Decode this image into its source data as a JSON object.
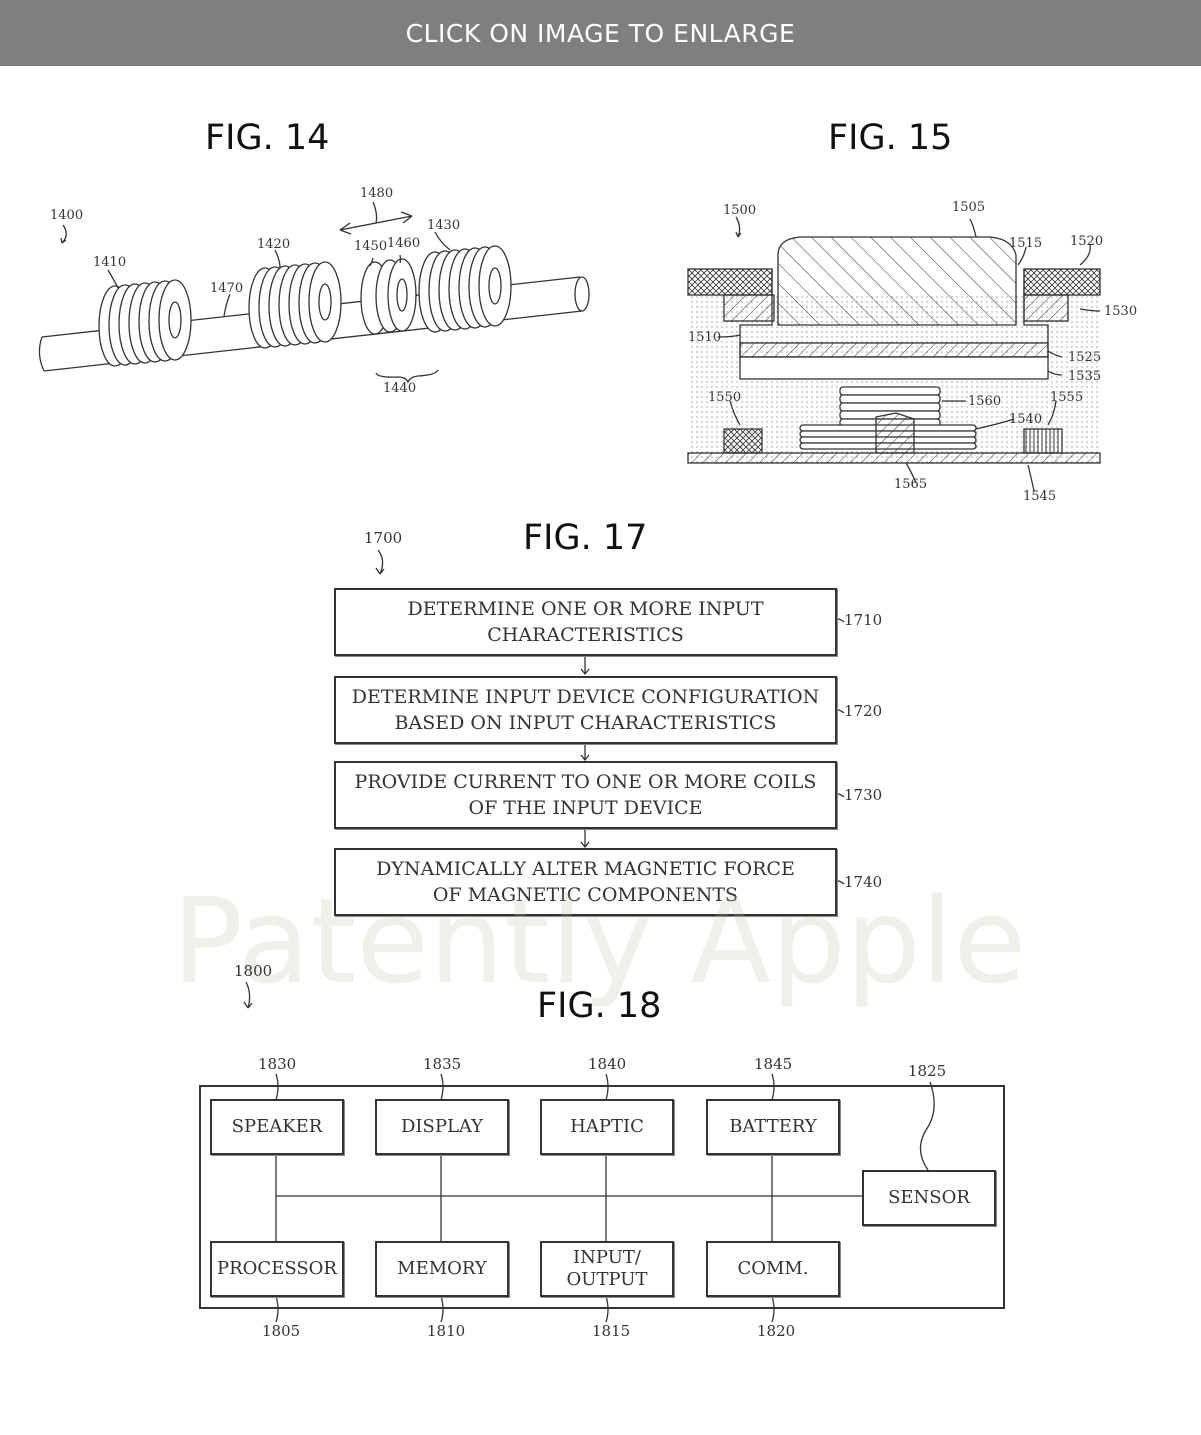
{
  "banner": {
    "text": "CLICK ON IMAGE TO ENLARGE"
  },
  "watermark": "Patently Apple",
  "fig14": {
    "title": "FIG. 14",
    "refs": {
      "r1400": "1400",
      "r1410": "1410",
      "r1420": "1420",
      "r1430": "1430",
      "r1440": "1440",
      "r1450": "1450",
      "r1460": "1460",
      "r1470": "1470",
      "r1480": "1480"
    }
  },
  "fig15": {
    "title": "FIG. 15",
    "refs": {
      "r1500": "1500",
      "r1505": "1505",
      "r1510": "1510",
      "r1515": "1515",
      "r1520": "1520",
      "r1525": "1525",
      "r1530": "1530",
      "r1535": "1535",
      "r1540": "1540",
      "r1545": "1545",
      "r1550": "1550",
      "r1555": "1555",
      "r1560": "1560",
      "r1565": "1565"
    }
  },
  "fig17": {
    "title": "FIG. 17",
    "ref": "1700",
    "steps": [
      {
        "ref": "1710",
        "line1": "DETERMINE ONE OR MORE INPUT",
        "line2": "CHARACTERISTICS"
      },
      {
        "ref": "1720",
        "line1": "DETERMINE INPUT DEVICE CONFIGURATION",
        "line2": "BASED ON INPUT CHARACTERISTICS"
      },
      {
        "ref": "1730",
        "line1": "PROVIDE CURRENT TO ONE OR MORE COILS",
        "line2": "OF THE INPUT DEVICE"
      },
      {
        "ref": "1740",
        "line1": "DYNAMICALLY ALTER MAGNETIC FORCE",
        "line2": "OF MAGNETIC COMPONENTS"
      }
    ]
  },
  "fig18": {
    "title": "FIG. 18",
    "ref": "1800",
    "top": [
      {
        "label": "SPEAKER",
        "ref": "1830"
      },
      {
        "label": "DISPLAY",
        "ref": "1835"
      },
      {
        "label": "HAPTIC",
        "ref": "1840"
      },
      {
        "label": "BATTERY",
        "ref": "1845"
      }
    ],
    "bottom": [
      {
        "label": "PROCESSOR",
        "ref": "1805"
      },
      {
        "label": "MEMORY",
        "ref": "1810"
      },
      {
        "line1": "INPUT/",
        "line2": "OUTPUT",
        "ref": "1815"
      },
      {
        "label": "COMM.",
        "ref": "1820"
      }
    ],
    "sensor": {
      "label": "SENSOR",
      "ref": "1825"
    }
  },
  "colors": {
    "banner": "#7f7f7f",
    "line": "#333333"
  }
}
